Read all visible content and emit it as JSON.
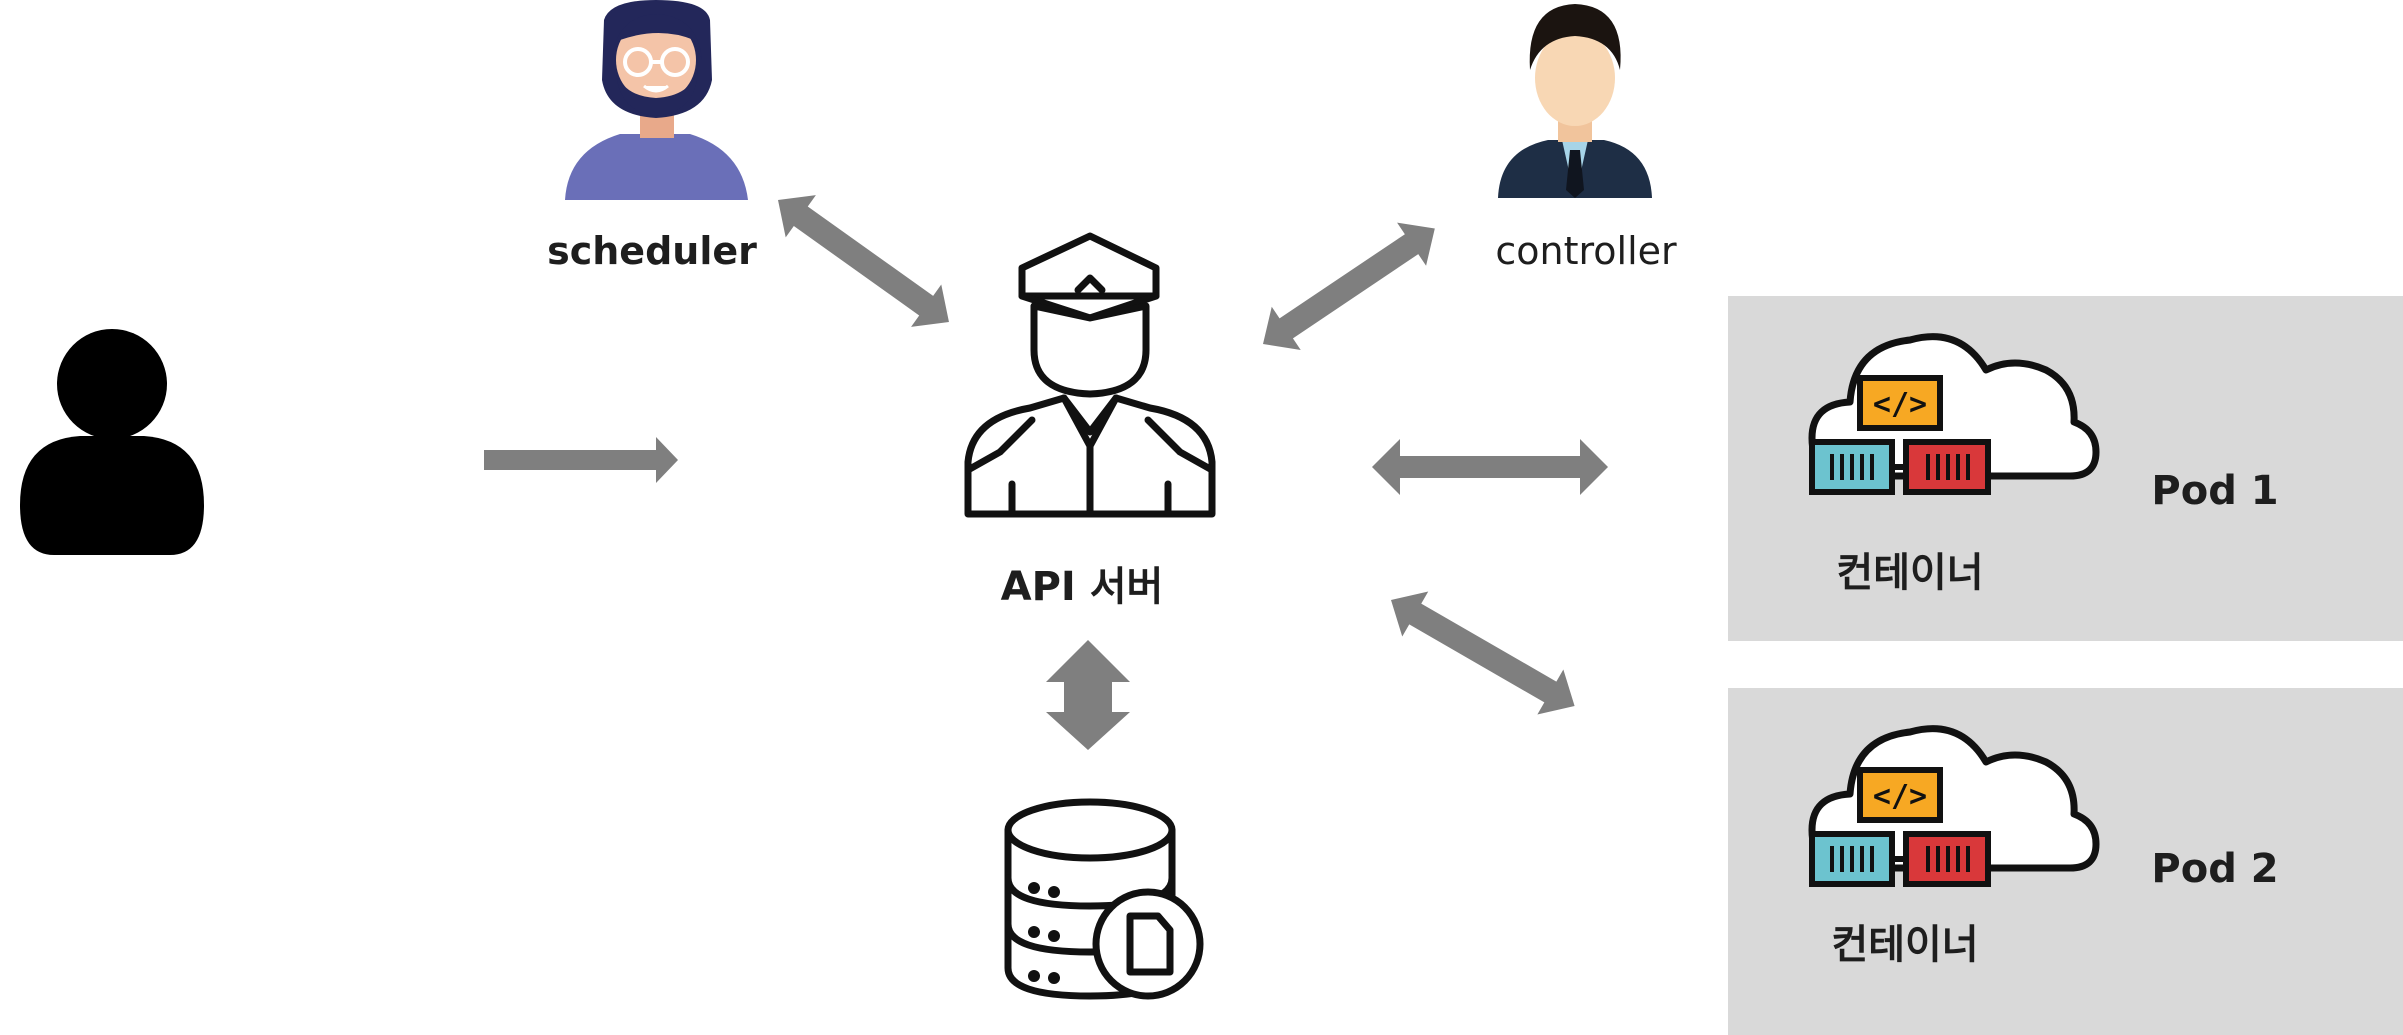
{
  "labels": {
    "scheduler": "scheduler",
    "controller": "controller",
    "api_server": "API 서버",
    "pod1_container": "컨테이너",
    "pod1_name": "Pod 1",
    "pod2_container": "컨테이너",
    "pod2_name": "Pod 2"
  },
  "icon_names": {
    "user": "user-icon",
    "scheduler": "scheduler-person-icon",
    "controller": "controller-person-icon",
    "api_server": "police-officer-icon",
    "etcd": "database-icon",
    "container": "cloud-containers-icon"
  },
  "colors": {
    "arrow": "#7f7f7f",
    "pod_background": "#d9d9d9",
    "ink": "#111111",
    "scheduler_shirt": "#6a6fb8",
    "controller_suit": "#1e2e45",
    "container_orange": "#f7a823",
    "container_teal": "#6cc3cf",
    "container_red": "#d9383a"
  }
}
